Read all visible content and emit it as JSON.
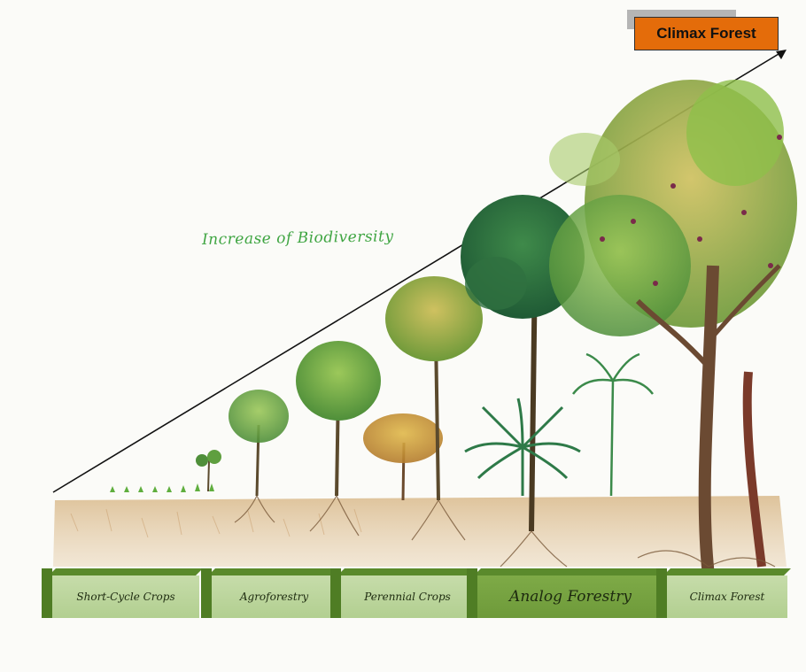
{
  "diagram": {
    "title": "Climax Forest",
    "trend_label": "Increase of Biodiversity",
    "stages": [
      {
        "label": "Short-Cycle Crops"
      },
      {
        "label": "Agroforestry"
      },
      {
        "label": "Perennial Crops"
      },
      {
        "label": "Analog Forestry"
      },
      {
        "label": "Climax Forest"
      }
    ]
  },
  "colors": {
    "title_box": "#e46c0a",
    "trend_text": "#3fa542",
    "stage_light": "#c6dcaa",
    "stage_highlight": "#7eaa47",
    "stage_bevel": "#5a8a2c"
  }
}
